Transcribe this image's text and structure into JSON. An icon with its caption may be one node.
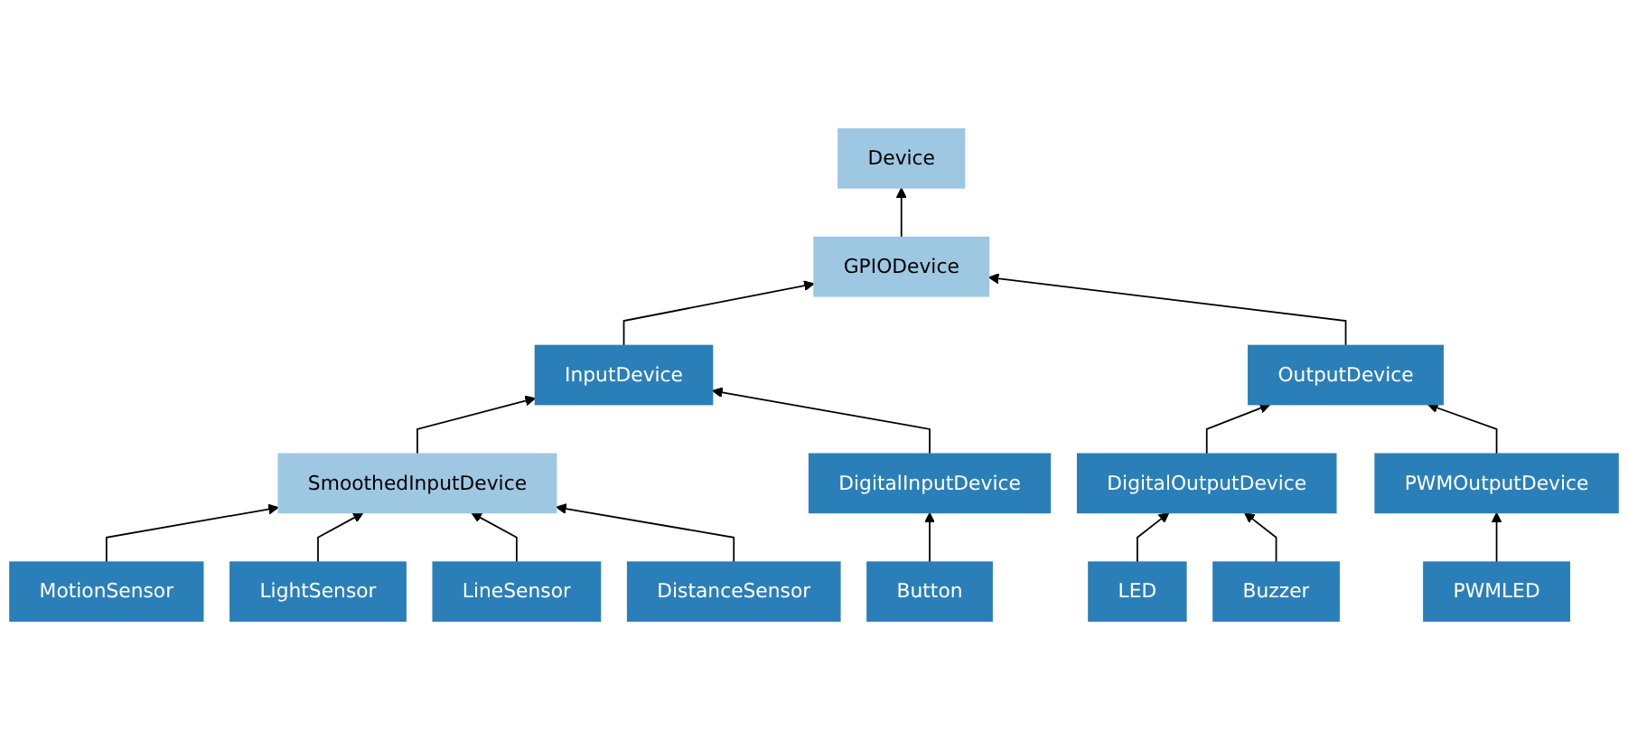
{
  "diagram": {
    "nodes": [
      {
        "text": [
          "Device"
        ]
      },
      {
        "text": [
          "GPIODevice"
        ]
      },
      {
        "text": [
          "InputDevice"
        ]
      },
      {
        "text": [
          "OutputDevice"
        ]
      },
      {
        "text": [
          "SmoothedInputDevice"
        ]
      },
      {
        "text": [
          "DigitalInputDevice"
        ]
      },
      {
        "text": [
          "DigitalOutputDevice"
        ]
      },
      {
        "text": [
          "PWMOutputDevice"
        ]
      },
      {
        "text": [
          "MotionSensor"
        ]
      },
      {
        "text": [
          "LightSensor"
        ]
      },
      {
        "text": [
          "LineSensor"
        ]
      },
      {
        "text": [
          "DistanceSensor"
        ]
      },
      {
        "text": [
          "Button"
        ]
      },
      {
        "text": [
          "LED"
        ]
      },
      {
        "text": [
          "Buzzer"
        ]
      },
      {
        "text": [
          "PWMLED"
        ]
      }
    ],
    "edges": [
      {
        "from": 1,
        "to": 0,
        "arrow": "to"
      },
      {
        "from": 2,
        "to": 1,
        "arrow": "to"
      },
      {
        "from": 3,
        "to": 1,
        "arrow": "to"
      },
      {
        "from": 4,
        "to": 2,
        "arrow": "to"
      },
      {
        "from": 5,
        "to": 2,
        "arrow": "to"
      },
      {
        "from": 6,
        "to": 3,
        "arrow": "to"
      },
      {
        "from": 7,
        "to": 3,
        "arrow": "to"
      },
      {
        "from": 8,
        "to": 4,
        "arrow": "to"
      },
      {
        "from": 9,
        "to": 4,
        "arrow": "to"
      },
      {
        "from": 10,
        "to": 4,
        "arrow": "to"
      },
      {
        "from": 11,
        "to": 4,
        "arrow": "to"
      },
      {
        "from": 12,
        "to": 5,
        "arrow": "to"
      },
      {
        "from": 13,
        "to": 6,
        "arrow": "to"
      },
      {
        "from": 14,
        "to": 6,
        "arrow": "to"
      },
      {
        "from": 15,
        "to": 7,
        "arrow": "to"
      }
    ]
  }
}
